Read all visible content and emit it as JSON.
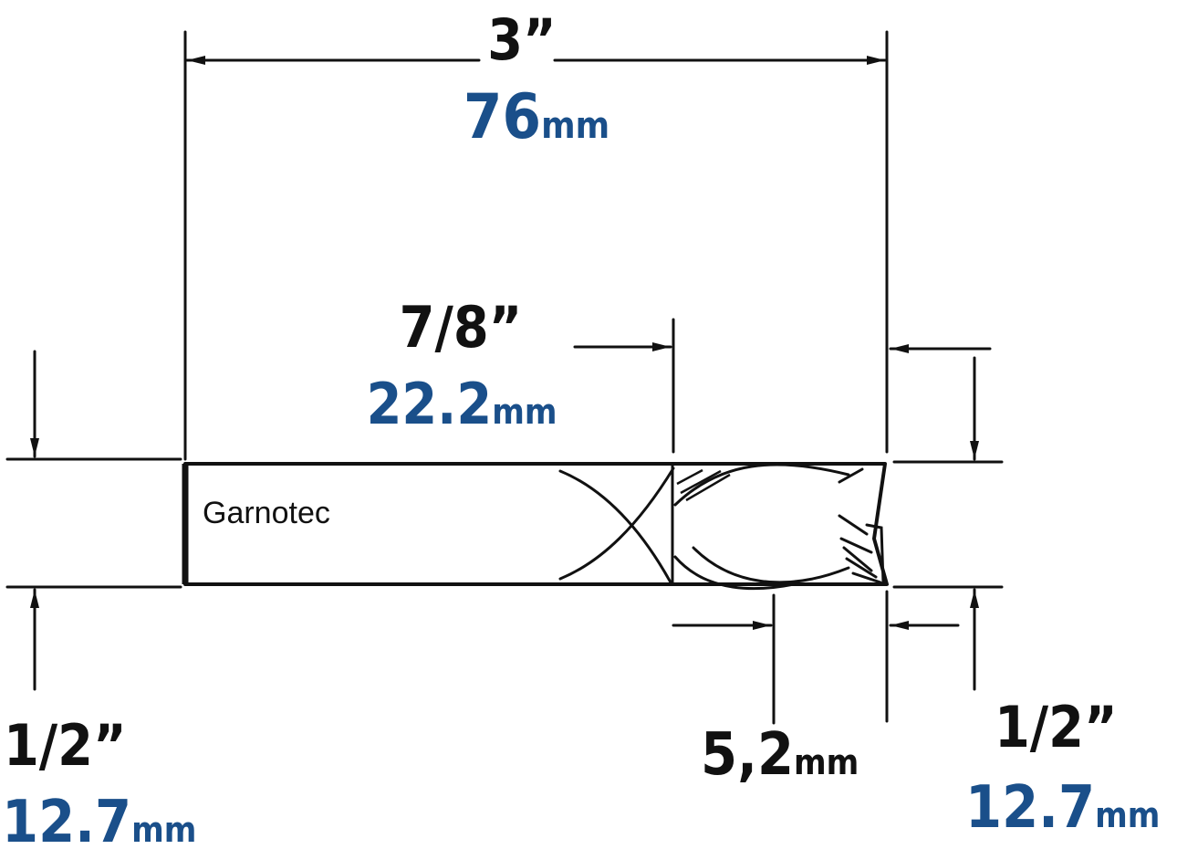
{
  "colors": {
    "blue": "#1a4f8a",
    "body_fill": "#c9c9c9",
    "line": "#111111"
  },
  "brand": "Garnotec",
  "dimensions": {
    "overall_length": {
      "imperial": "3”",
      "metric_value": "76",
      "metric_unit": "mm"
    },
    "cutting_length": {
      "imperial": "7/8”",
      "metric_value": "22.2",
      "metric_unit": "mm"
    },
    "shank_diameter": {
      "imperial": "1/2”",
      "metric_value": "12.7",
      "metric_unit": "mm"
    },
    "cutting_diameter": {
      "imperial": "1/2”",
      "metric_value": "12.7",
      "metric_unit": "mm"
    },
    "flute_pitch": {
      "metric_value": "5,2",
      "metric_unit": "mm"
    }
  }
}
